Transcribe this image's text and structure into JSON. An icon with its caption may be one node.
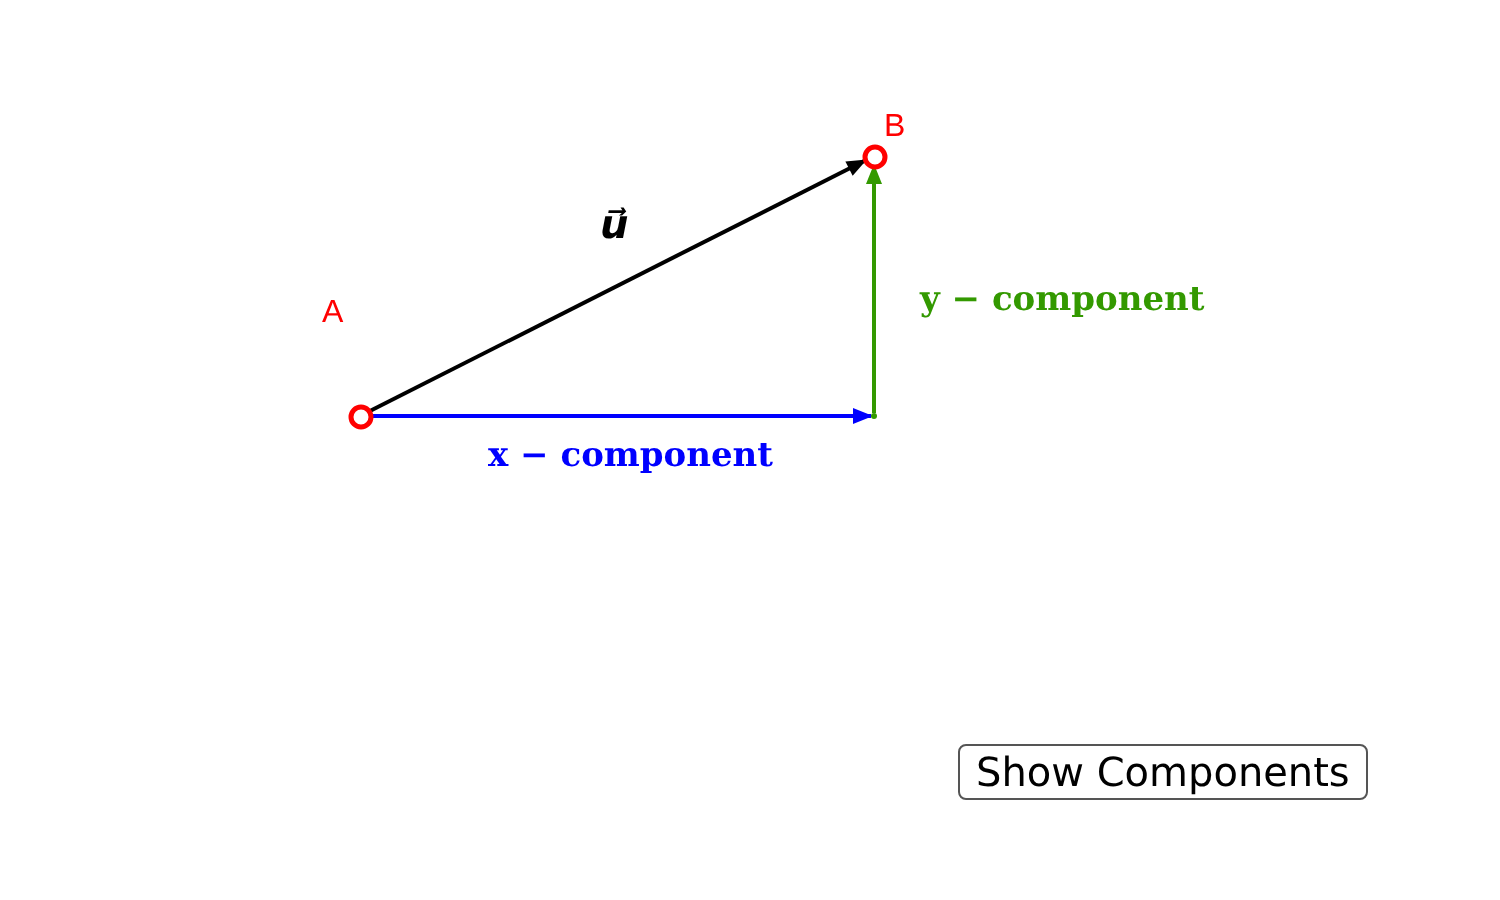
{
  "diagram": {
    "nodes": [
      {
        "text": [],
        "shape": "circle",
        "beside": [
          "A"
        ]
      },
      {
        "text": [],
        "shape": "circle",
        "beside": [
          "B"
        ]
      },
      {
        "text": [],
        "shape": "point"
      }
    ],
    "edges": [
      {
        "from": 0,
        "to": 1,
        "arrow": "to",
        "label": "u⃗"
      },
      {
        "from": 0,
        "to": 2,
        "arrow": "to",
        "label": "x − component",
        "color": "#0000ff"
      },
      {
        "from": 2,
        "to": 1,
        "arrow": "to",
        "label": "y − component",
        "color": "#339900"
      }
    ],
    "labels": [
      "Show Components"
    ]
  }
}
